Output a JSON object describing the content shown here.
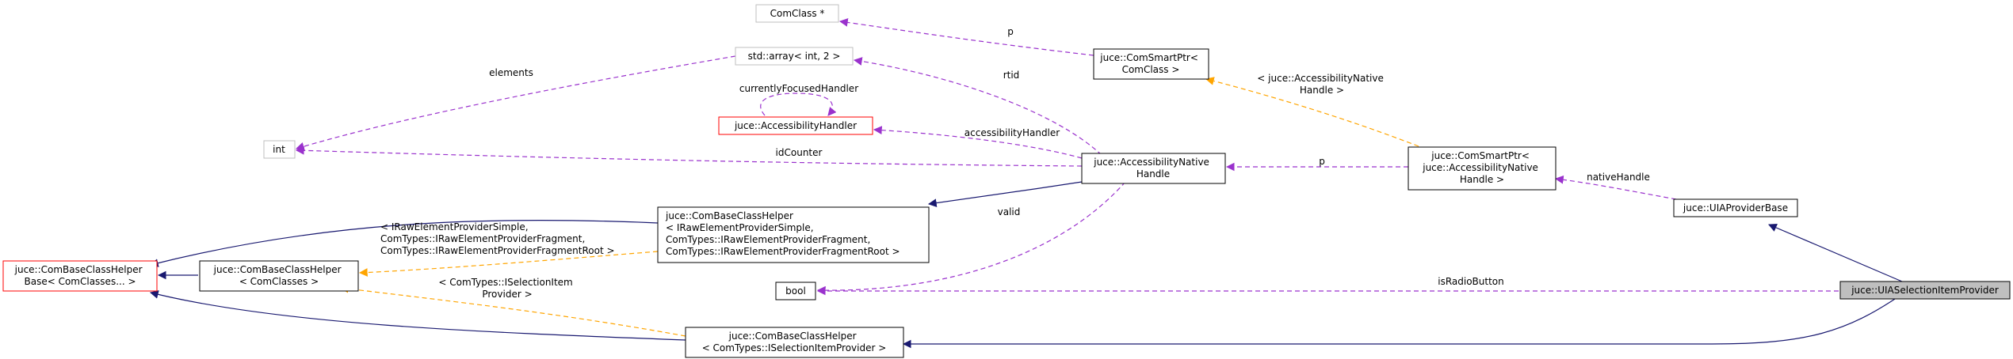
{
  "colors": {
    "inheritance": "#191970",
    "usage": "#9a32cd",
    "template": "#ffa500",
    "box_border": "#000000",
    "missing_border": "#bfbfbf",
    "truncated_border": "#ff0000",
    "focus_fill": "#bfbfbf"
  },
  "nodes": {
    "comclass_ptr": {
      "lines": [
        "ComClass *"
      ]
    },
    "std_array": {
      "lines": [
        "std::array< int, 2 >"
      ]
    },
    "accessibility_handler": {
      "lines": [
        "juce::AccessibilityHandler"
      ]
    },
    "int": {
      "lines": [
        "int"
      ]
    },
    "comsmartptr_comclass": {
      "lines": [
        "juce::ComSmartPtr<",
        "ComClass >"
      ]
    },
    "accessibility_native_handle": {
      "lines": [
        "juce::AccessibilityNative",
        "Handle"
      ]
    },
    "comsmartptr_native": {
      "lines": [
        "juce::ComSmartPtr<",
        "juce::AccessibilityNative",
        "Handle >"
      ]
    },
    "uia_provider_base": {
      "lines": [
        "juce::UIAProviderBase"
      ]
    },
    "uia_selection_item_provider": {
      "lines": [
        "juce::UIASelectionItemProvider"
      ]
    },
    "com_helper_base": {
      "lines": [
        "juce::ComBaseClassHelper",
        "Base< ComClasses... >"
      ]
    },
    "com_helper": {
      "lines": [
        "juce::ComBaseClassHelper",
        "< ComClasses >"
      ]
    },
    "com_helper_raw": {
      "lines": [
        "juce::ComBaseClassHelper",
        "< IRawElementProviderSimple,",
        "ComTypes::IRawElementProviderFragment,",
        "ComTypes::IRawElementProviderFragmentRoot >"
      ]
    },
    "bool": {
      "lines": [
        "bool"
      ]
    },
    "com_helper_selection": {
      "lines": [
        "juce::ComBaseClassHelper",
        "< ComTypes::ISelectionItemProvider >"
      ]
    }
  },
  "edge_labels": {
    "p_top": [
      "p"
    ],
    "elements": [
      "elements"
    ],
    "rtid": [
      "rtid"
    ],
    "currently_focused": [
      "currentlyFocusedHandler"
    ],
    "accessibility_handler": [
      "accessibilityHandler"
    ],
    "id_counter": [
      "idCounter"
    ],
    "p_mid": [
      "p"
    ],
    "native_handle": [
      "nativeHandle"
    ],
    "template_native": [
      "< juce::AccessibilityNative",
      "Handle >"
    ],
    "template_raw": [
      "< IRawElementProviderSimple,",
      "ComTypes::IRawElementProviderFragment,",
      "ComTypes::IRawElementProviderFragmentRoot >"
    ],
    "valid": [
      "valid"
    ],
    "template_selection": [
      "< ComTypes::ISelectionItem",
      "Provider >"
    ],
    "is_radio_button": [
      "isRadioButton"
    ]
  }
}
